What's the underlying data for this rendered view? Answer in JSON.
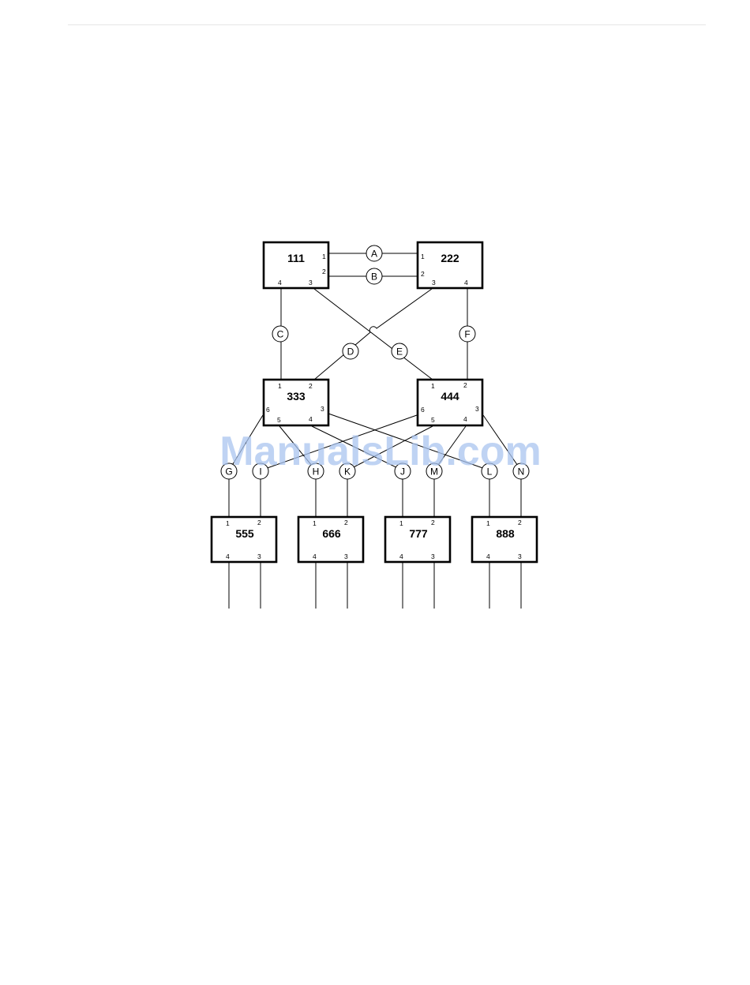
{
  "watermark": "ManualsLib.com",
  "boxes": {
    "b111": {
      "name": "111",
      "ports": [
        "1",
        "2",
        "4",
        "3"
      ]
    },
    "b222": {
      "name": "222",
      "ports": [
        "1",
        "2",
        "3",
        "4"
      ]
    },
    "b333": {
      "name": "333",
      "ports": [
        "1",
        "2",
        "6",
        "3",
        "5",
        "4"
      ]
    },
    "b444": {
      "name": "444",
      "ports": [
        "1",
        "2",
        "6",
        "3",
        "5",
        "4"
      ]
    },
    "b555": {
      "name": "555",
      "ports": [
        "1",
        "2",
        "4",
        "3"
      ]
    },
    "b666": {
      "name": "666",
      "ports": [
        "1",
        "2",
        "4",
        "3"
      ]
    },
    "b777": {
      "name": "777",
      "ports": [
        "1",
        "2",
        "4",
        "3"
      ]
    },
    "b888": {
      "name": "888",
      "ports": [
        "1",
        "2",
        "4",
        "3"
      ]
    }
  },
  "connections": [
    "A",
    "B",
    "C",
    "D",
    "E",
    "F",
    "G",
    "I",
    "H",
    "K",
    "J",
    "M",
    "L",
    "N"
  ]
}
